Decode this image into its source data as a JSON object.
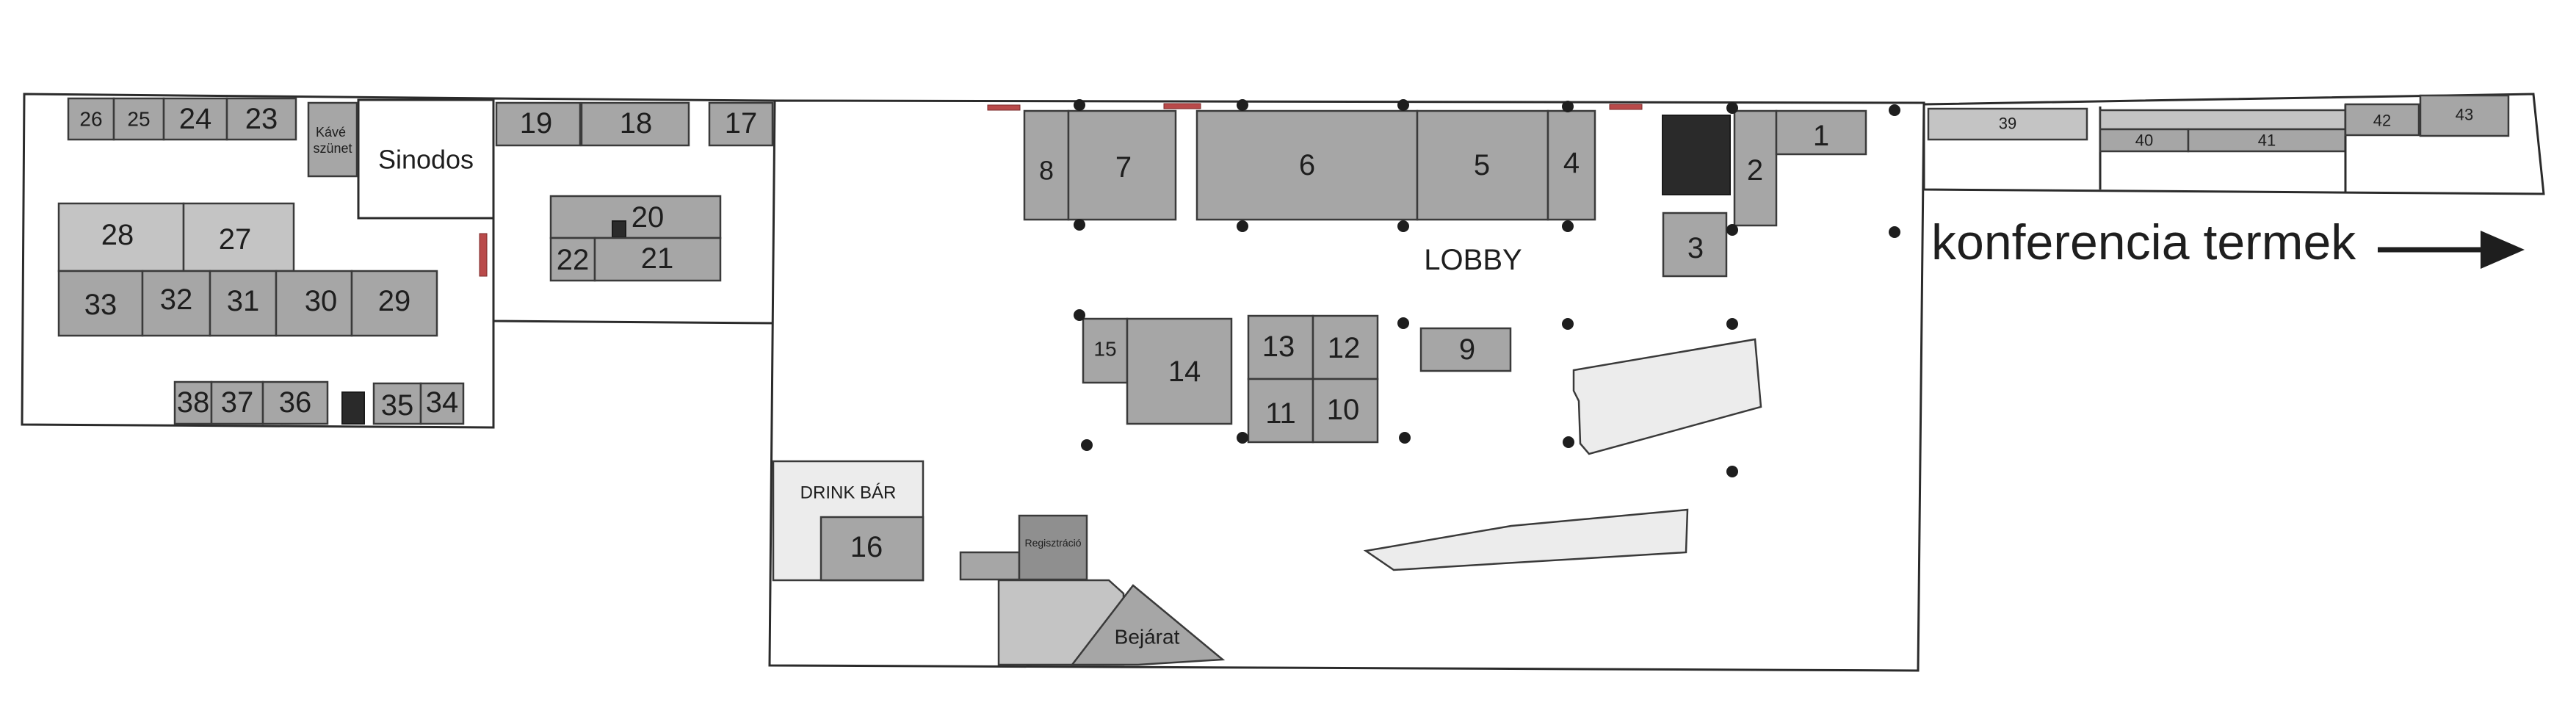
{
  "map": {
    "rooms": {
      "sinodos": "Sinodos",
      "coffee_break": "Kávé szünet",
      "lobby": "LOBBY",
      "drink_bar": "DRINK BÁR",
      "registration": "Regisztráció",
      "entrance": "Bejárat"
    },
    "direction_label": "konferencia termek",
    "booths": [
      "1",
      "2",
      "3",
      "4",
      "5",
      "6",
      "7",
      "8",
      "9",
      "10",
      "11",
      "12",
      "13",
      "14",
      "15",
      "16",
      "17",
      "18",
      "19",
      "20",
      "21",
      "22",
      "23",
      "24",
      "25",
      "26",
      "27",
      "28",
      "29",
      "30",
      "31",
      "32",
      "33",
      "34",
      "35",
      "36",
      "37",
      "38",
      "39",
      "40",
      "41",
      "42",
      "43"
    ]
  }
}
